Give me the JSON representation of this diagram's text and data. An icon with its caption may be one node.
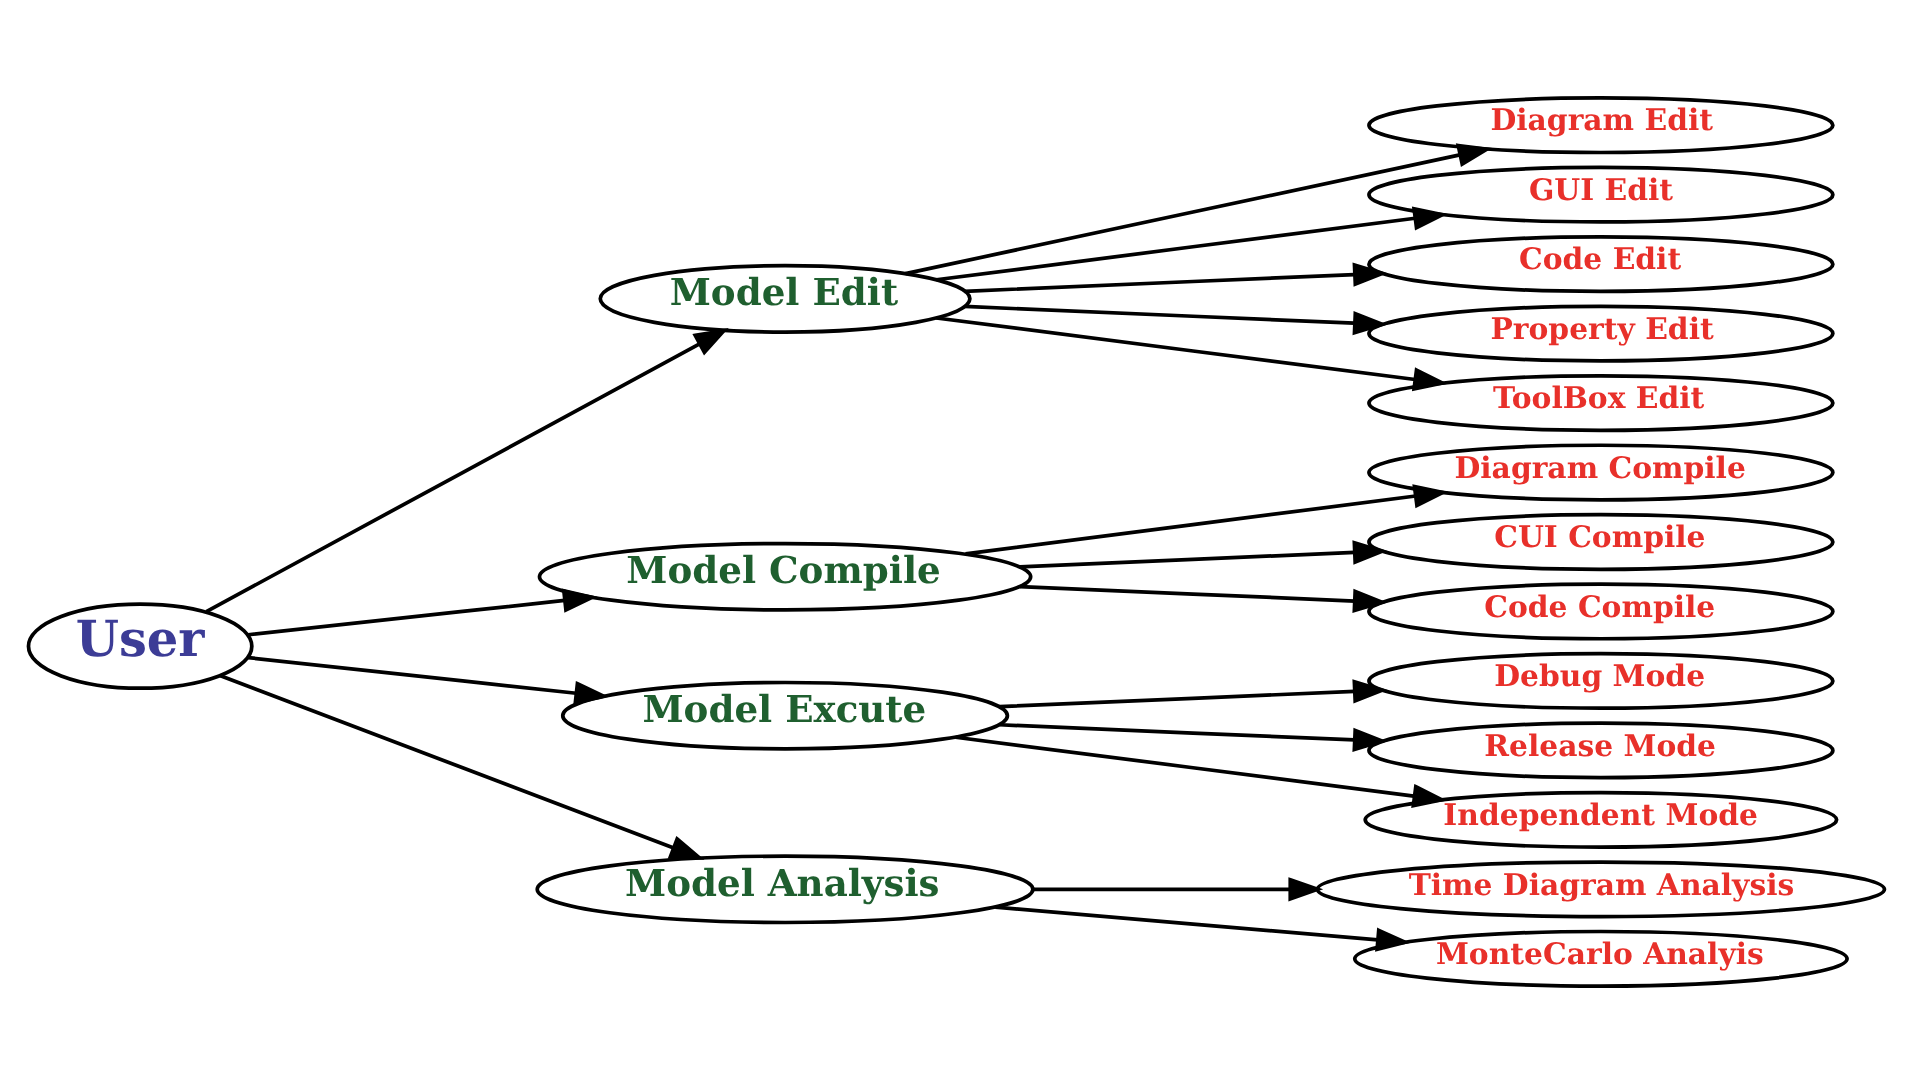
{
  "diagram": {
    "nodes": [
      {
        "text": [
          "User"
        ]
      },
      {
        "text": [
          "Model Edit"
        ]
      },
      {
        "text": [
          "Diagram Edit"
        ]
      },
      {
        "text": [
          "GUI Edit"
        ]
      },
      {
        "text": [
          "Code Edit"
        ]
      },
      {
        "text": [
          "Property Edit"
        ]
      },
      {
        "text": [
          "ToolBox Edit"
        ]
      },
      {
        "text": [
          "Model Compile"
        ]
      },
      {
        "text": [
          "Diagram Compile"
        ]
      },
      {
        "text": [
          "CUI Compile"
        ]
      },
      {
        "text": [
          "Code Compile"
        ]
      },
      {
        "text": [
          "Model Excute"
        ]
      },
      {
        "text": [
          "Debug Mode"
        ]
      },
      {
        "text": [
          "Release Mode"
        ]
      },
      {
        "text": [
          "Independent Mode"
        ]
      },
      {
        "text": [
          "Model Analysis"
        ]
      },
      {
        "text": [
          "Time Diagram Analysis"
        ]
      },
      {
        "text": [
          "MonteCarlo Analyis"
        ]
      }
    ],
    "edges": [
      {
        "from": 0,
        "to": 1,
        "arrow": "to"
      },
      {
        "from": 0,
        "to": 7,
        "arrow": "to"
      },
      {
        "from": 0,
        "to": 11,
        "arrow": "to"
      },
      {
        "from": 0,
        "to": 15,
        "arrow": "to"
      },
      {
        "from": 1,
        "to": 2,
        "arrow": "to"
      },
      {
        "from": 1,
        "to": 3,
        "arrow": "to"
      },
      {
        "from": 1,
        "to": 4,
        "arrow": "to"
      },
      {
        "from": 1,
        "to": 5,
        "arrow": "to"
      },
      {
        "from": 1,
        "to": 6,
        "arrow": "to"
      },
      {
        "from": 7,
        "to": 8,
        "arrow": "to"
      },
      {
        "from": 7,
        "to": 9,
        "arrow": "to"
      },
      {
        "from": 7,
        "to": 10,
        "arrow": "to"
      },
      {
        "from": 11,
        "to": 12,
        "arrow": "to"
      },
      {
        "from": 11,
        "to": 13,
        "arrow": "to"
      },
      {
        "from": 11,
        "to": 14,
        "arrow": "to"
      },
      {
        "from": 15,
        "to": 16,
        "arrow": "to"
      },
      {
        "from": 15,
        "to": 17,
        "arrow": "to"
      }
    ]
  }
}
